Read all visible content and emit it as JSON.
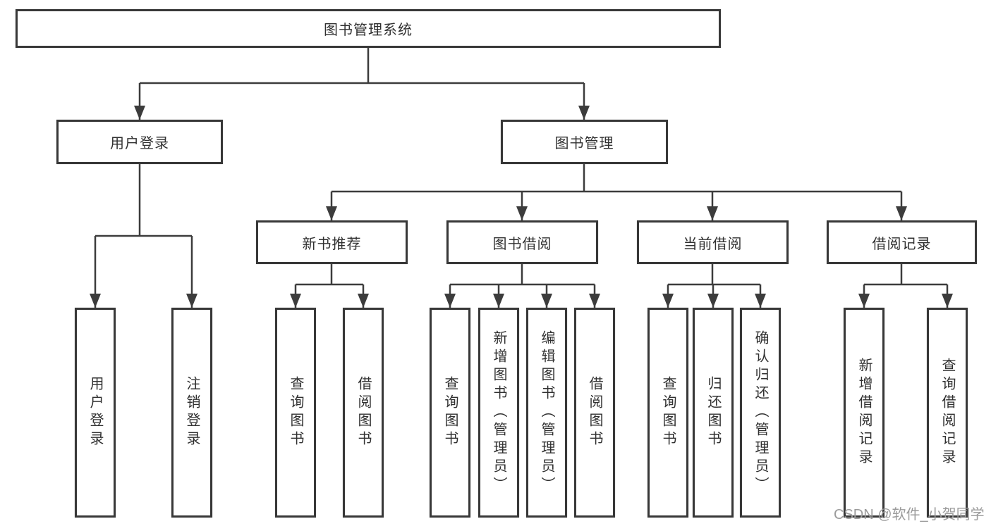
{
  "tree": {
    "root": "图书管理系统",
    "children": [
      {
        "label": "用户登录",
        "children": [
          {
            "label": "用户登录"
          },
          {
            "label": "注销登录"
          }
        ]
      },
      {
        "label": "图书管理",
        "children": [
          {
            "label": "新书推荐",
            "children": [
              {
                "label": "查询图书"
              },
              {
                "label": "借阅图书"
              }
            ]
          },
          {
            "label": "图书借阅",
            "children": [
              {
                "label": "查询图书"
              },
              {
                "label": "新增图书（管理员）"
              },
              {
                "label": "编辑图书（管理员）"
              },
              {
                "label": "借阅图书"
              }
            ]
          },
          {
            "label": "当前借阅",
            "children": [
              {
                "label": "查询图书"
              },
              {
                "label": "归还图书"
              },
              {
                "label": "确认归还（管理员）"
              }
            ]
          },
          {
            "label": "借阅记录",
            "children": [
              {
                "label": "新增借阅记录"
              },
              {
                "label": "查询借阅记录"
              }
            ]
          }
        ]
      }
    ]
  },
  "watermark": {
    "text": "CSDN @软件_小贺同学"
  },
  "colors": {
    "line": "#3c3c3c",
    "box_border": "#383838",
    "box_background": "#ffffff",
    "label_text": "#303030",
    "watermark_text": "#9b9b9b",
    "page_background": "#ffffff"
  }
}
